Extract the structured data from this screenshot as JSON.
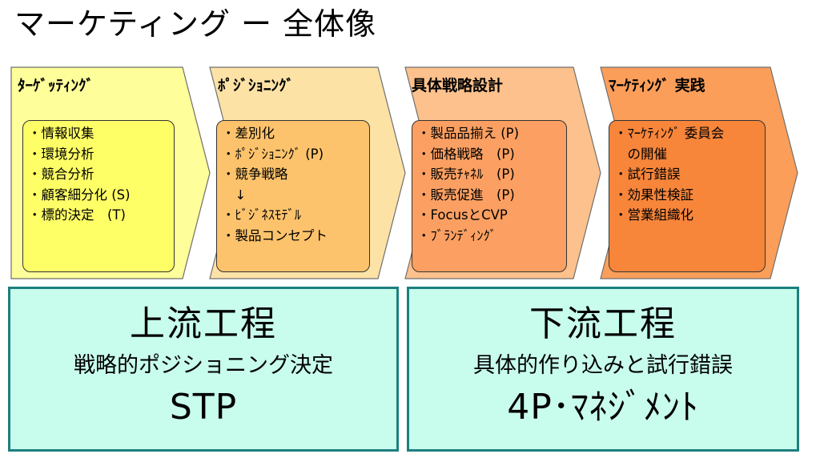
{
  "title": "マーケティング ー 全体像",
  "colors": {
    "stage1": "#fefe9a",
    "stage2": "#fde2a6",
    "stage3": "#fcc18c",
    "stage4": "#fb9e5a",
    "inner1": "#fefe66",
    "inner2": "#fcc36c",
    "inner3": "#fba062",
    "inner4": "#f7853a",
    "bottom_fill": "#c8fcec",
    "bottom_border": "#1d7f7f"
  },
  "stages": [
    {
      "title": "ﾀｰｹﾞｯﾃｨﾝｸﾞ",
      "items": [
        "・情報収集",
        "・環境分析",
        "・競合分析",
        "・顧客細分化 (S)",
        "・標的決定　(T)"
      ]
    },
    {
      "title": "ﾎﾟｼﾞｼｮﾆﾝｸﾞ",
      "items": [
        "・差別化",
        "・ﾎﾟｼﾞｼｮﾆﾝｸﾞ (P)",
        "・競争戦略",
        "　↓",
        "・ﾋﾞｼﾞﾈｽﾓﾃﾞﾙ",
        "・製品コンセプト"
      ]
    },
    {
      "title": "具体戦略設計",
      "items": [
        "・製品品揃え (P)",
        "・価格戦略　(P)",
        "・販売ﾁｬﾈﾙ　(P)",
        "・販売促進　(P)",
        "・FocusとCVP",
        "・ﾌﾞﾗﾝﾃﾞｨﾝｸﾞ"
      ]
    },
    {
      "title": "ﾏｰｹﾃｨﾝｸﾞ 実践",
      "items": [
        "・ﾏｰｹﾃｨﾝｸﾞ 委員会",
        "　の開催",
        "・試行錯誤",
        "・効果性検証",
        "・営業組織化"
      ]
    }
  ],
  "bottom": [
    {
      "heading": "上流工程",
      "subtitle": "戦略的ポジショニング決定",
      "label": "STP"
    },
    {
      "heading": "下流工程",
      "subtitle": "具体的作り込みと試行錯誤",
      "label": "4P･ﾏﾈｼﾞﾒﾝﾄ"
    }
  ]
}
